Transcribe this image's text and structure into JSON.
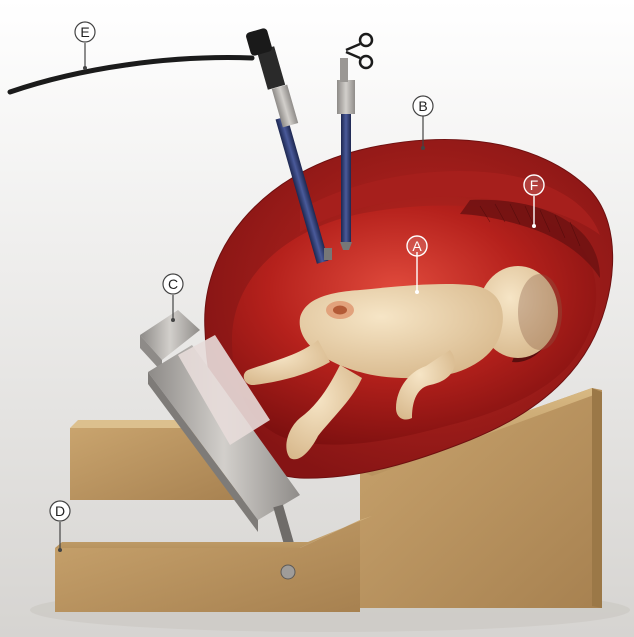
{
  "callouts": {
    "a": "A",
    "b": "B",
    "c": "C",
    "d": "D",
    "e": "E",
    "f": "F"
  },
  "colors": {
    "background": "#ffffff",
    "floor": "#d9d7d4",
    "uterus_outer": "#9a1b1b",
    "uterus_inner": "#b8231f",
    "uterus_edge": "#6e1010",
    "fetus": "#ead2ac",
    "wood": "#b99563",
    "metal": "#a9a6a3",
    "instrument_shaft": "#2a3766",
    "cable": "#1b1b1b"
  },
  "icons": {
    "scissors": "scissors-icon"
  }
}
